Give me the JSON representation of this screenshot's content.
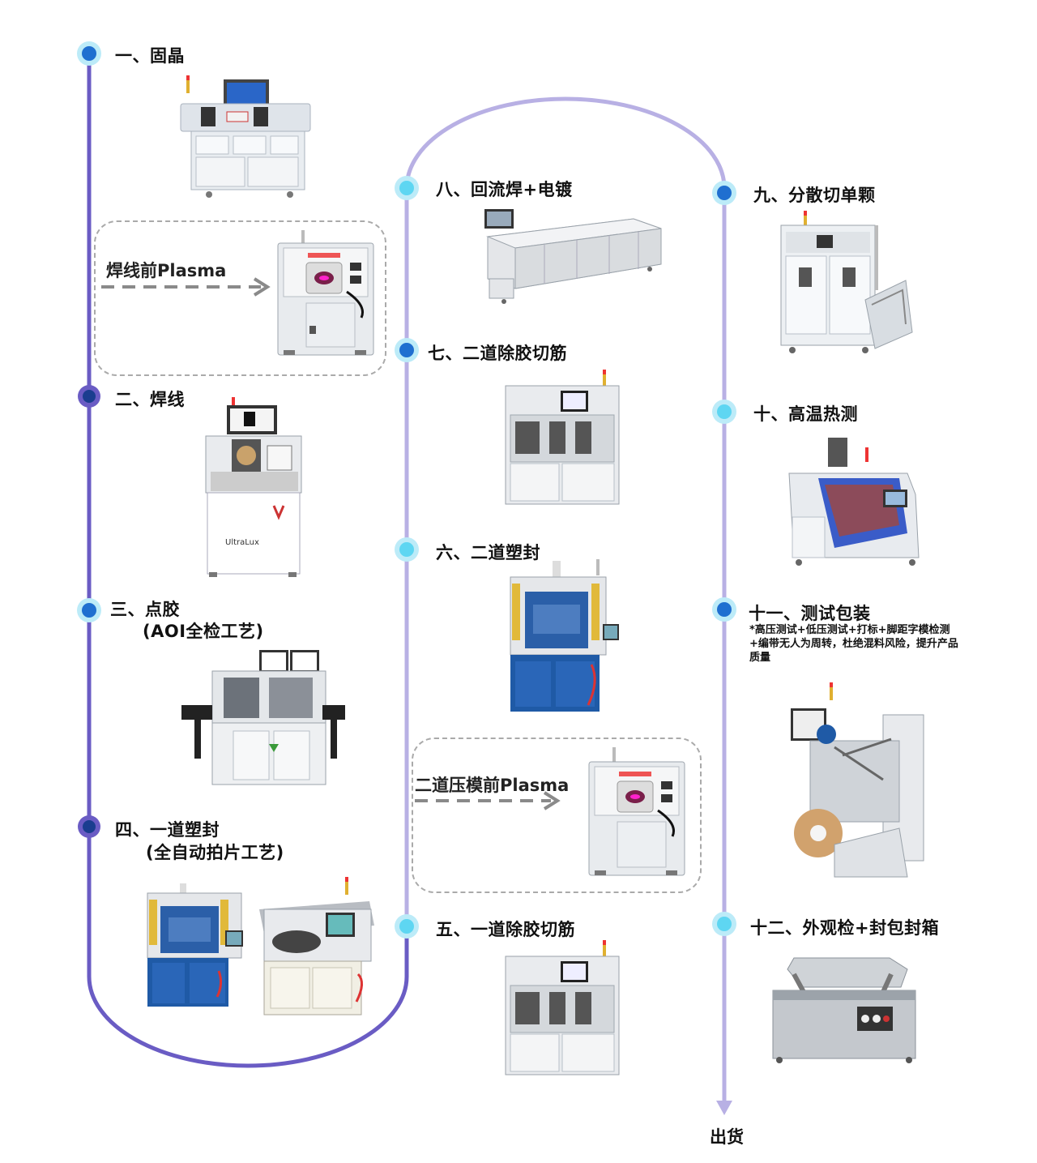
{
  "colors": {
    "line_dark": "#6a5cc4",
    "line_light": "#b8b0e4",
    "node_dark_fill": "#1f6fd0",
    "node_light_fill": "#5ed6f2",
    "node_outer": "#bcebf8",
    "node_purple": "#6a5cc4",
    "dashed_border": "#aaaaaa",
    "arrow_gray": "#8a8a8a"
  },
  "steps": [
    {
      "id": "s1",
      "label": "一、固晶",
      "icon": "die-bonder-machine-icon"
    },
    {
      "id": "p1",
      "label": "焊线前Plasma",
      "icon": "plasma-cleaner-icon"
    },
    {
      "id": "s2",
      "label": "二、焊线",
      "icon": "wire-bonder-icon"
    },
    {
      "id": "s3",
      "label": "三、点胶",
      "sub": "(AOI全检工艺)",
      "icon": "dispenser-machine-icon"
    },
    {
      "id": "s4",
      "label": "四、一道塑封",
      "sub": "(全自动拍片工艺)",
      "icon": "molding-press-icon"
    },
    {
      "id": "s5",
      "label": "五、一道除胶切筋",
      "icon": "trim-form-machine-icon"
    },
    {
      "id": "p2",
      "label": "二道压模前Plasma",
      "icon": "plasma-cleaner-icon"
    },
    {
      "id": "s6",
      "label": "六、二道塑封",
      "icon": "molding-press-icon"
    },
    {
      "id": "s7",
      "label": "七、二道除胶切筋",
      "icon": "trim-form-machine-icon"
    },
    {
      "id": "s8",
      "label": "八、回流焊+电镀",
      "icon": "reflow-oven-icon"
    },
    {
      "id": "s9",
      "label": "九、分散切单颗",
      "icon": "singulation-machine-icon"
    },
    {
      "id": "s10",
      "label": "十、高温热测",
      "icon": "hot-test-handler-icon"
    },
    {
      "id": "s11",
      "label": "十一、测试包装",
      "note": "*高压测试+低压测试+打标+脚距字模检测+编带无人为周转，杜绝混料风险，提升产品质量",
      "icon": "test-taping-machine-icon"
    },
    {
      "id": "s12",
      "label": "十二、外观检+封包封箱",
      "icon": "vacuum-sealer-icon"
    }
  ],
  "end_label": "出货"
}
